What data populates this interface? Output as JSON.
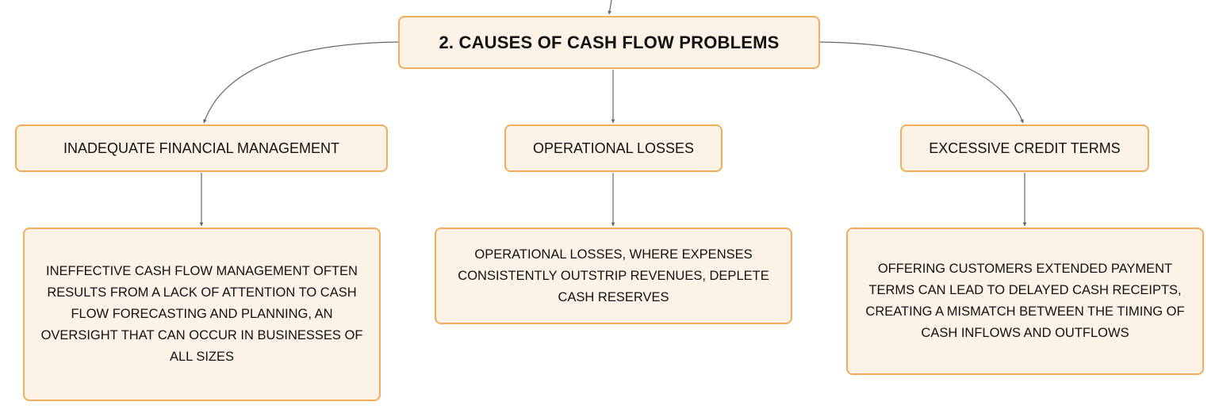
{
  "diagram": {
    "root": {
      "label": "2. CAUSES OF CASH FLOW PROBLEMS"
    },
    "branches": [
      {
        "topic": "INADEQUATE FINANCIAL MANAGEMENT",
        "detail": "INEFFECTIVE CASH FLOW MANAGEMENT OFTEN RESULTS FROM A LACK OF ATTENTION TO CASH FLOW FORECASTING AND PLANNING, AN OVERSIGHT THAT CAN OCCUR IN BUSINESSES OF ALL SIZES"
      },
      {
        "topic": "OPERATIONAL LOSSES",
        "detail": "OPERATIONAL LOSSES, WHERE EXPENSES CONSISTENTLY OUTSTRIP REVENUES, DEPLETE CASH RESERVES"
      },
      {
        "topic": "EXCESSIVE CREDIT TERMS",
        "detail": "OFFERING CUSTOMERS EXTENDED PAYMENT TERMS CAN LEAD TO DELAYED CASH RECEIPTS, CREATING A MISMATCH BETWEEN THE TIMING OF CASH INFLOWS AND OUTFLOWS"
      }
    ],
    "colors": {
      "node_fill": "#fdf2e6",
      "node_border": "#f1ad5a",
      "connector": "#666666"
    }
  }
}
